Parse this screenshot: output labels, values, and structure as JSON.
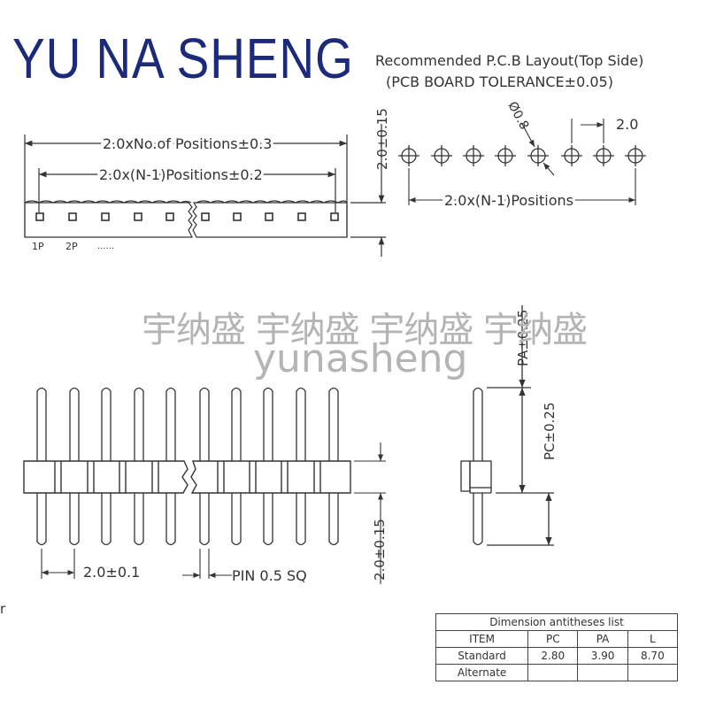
{
  "brand": "YU NA SHENG",
  "layout_title": "Recommended P.C.B Layout(Top Side)",
  "layout_subtitle": "(PCB BOARD TOLERANCE±0.05)",
  "dims_top": {
    "overall_length": "2.0xNo.of Positions±0.3",
    "pitch_span": "2.0x(N-1)Positions±0.2",
    "height": "2.0±0.15",
    "pin1": "1P",
    "pin2": "2P",
    "dots": "......"
  },
  "pcb": {
    "hole": "Ø0.8",
    "pitch": "2.0",
    "span": "2.0x(N-1)Positions"
  },
  "watermark": {
    "chinese": "宇纳盛 宇纳盛 宇纳盛 宇纳盛",
    "latin": "yunasheng"
  },
  "dims_side": {
    "pa": "PA±0.25",
    "pc": "PC±0.25",
    "height": "2.0±0.15",
    "pitch": "2.0±0.1",
    "pin": "PIN 0.5 SQ"
  },
  "margin_char": "r",
  "table": {
    "caption": "Dimension antitheses list",
    "header": [
      "ITEM",
      "PC",
      "PA",
      "L"
    ],
    "rows": [
      [
        "Standard",
        "2.80",
        "3.90",
        "8.70"
      ],
      [
        "Alternate",
        "",
        "",
        ""
      ]
    ]
  }
}
